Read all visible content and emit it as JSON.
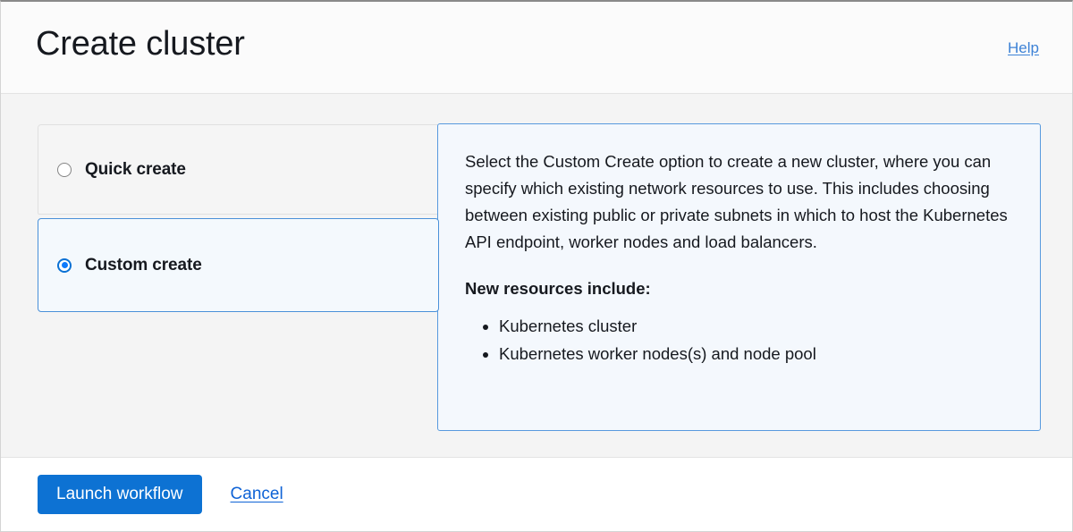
{
  "header": {
    "title": "Create cluster",
    "help_label": "Help"
  },
  "options": {
    "quick": {
      "label": "Quick create",
      "selected": false
    },
    "custom": {
      "label": "Custom create",
      "selected": true
    }
  },
  "info_panel": {
    "paragraph": "Select the Custom Create option to create a new cluster, where you can specify which existing network resources to use. This includes choosing between existing public or private subnets in which to host the Kubernetes API endpoint, worker nodes and load balancers.",
    "subheading": "New resources include:",
    "list": [
      "Kubernetes cluster",
      "Kubernetes worker nodes(s) and node pool"
    ]
  },
  "footer": {
    "launch_label": "Launch workflow",
    "cancel_label": "Cancel"
  },
  "colors": {
    "accent_blue": "#0d72d3",
    "link_blue": "#0f63d6",
    "panel_border": "#589ade",
    "panel_fill": "#f4f8fd",
    "body_bg": "#f4f4f4"
  }
}
